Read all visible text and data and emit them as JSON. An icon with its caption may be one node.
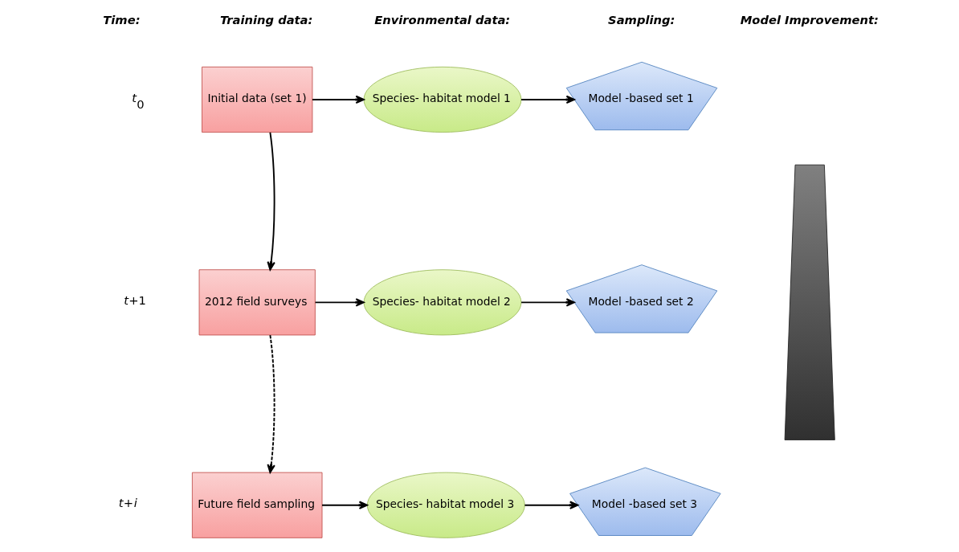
{
  "diagram": {
    "nodes": [
      {
        "text": [
          "Initial data (set 1)"
        ]
      },
      {
        "text": [
          "Species- habitat model 1"
        ]
      },
      {
        "text": [
          "Model -based set 1"
        ]
      },
      {
        "text": [
          "2012 field surveys"
        ]
      },
      {
        "text": [
          "Species- habitat model 2"
        ]
      },
      {
        "text": [
          "Model -based set 2"
        ]
      },
      {
        "text": [
          "Future field sampling"
        ]
      },
      {
        "text": [
          "Species- habitat model 3"
        ]
      },
      {
        "text": [
          "Model -based set 3"
        ]
      },
      {
        "text": [],
        "shape": "bar"
      }
    ],
    "edges": [
      {
        "from": 0,
        "to": 1,
        "arrow": "to"
      },
      {
        "from": 1,
        "to": 2,
        "arrow": "to"
      },
      {
        "from": 0,
        "to": 3,
        "arrow": "to"
      },
      {
        "from": 3,
        "to": 4,
        "arrow": "to"
      },
      {
        "from": 4,
        "to": 5,
        "arrow": "to"
      },
      {
        "from": 3,
        "to": 6,
        "arrow": "to",
        "style": "dashed"
      },
      {
        "from": 6,
        "to": 7,
        "arrow": "to"
      },
      {
        "from": 7,
        "to": 8,
        "arrow": "to"
      }
    ],
    "labels": [
      "Time:",
      "Training data:",
      "Environmental data:",
      "Sampling:",
      "Model Improvement:",
      "*t*$_{0}$",
      "*t*+1",
      "*t*+*i*"
    ]
  }
}
